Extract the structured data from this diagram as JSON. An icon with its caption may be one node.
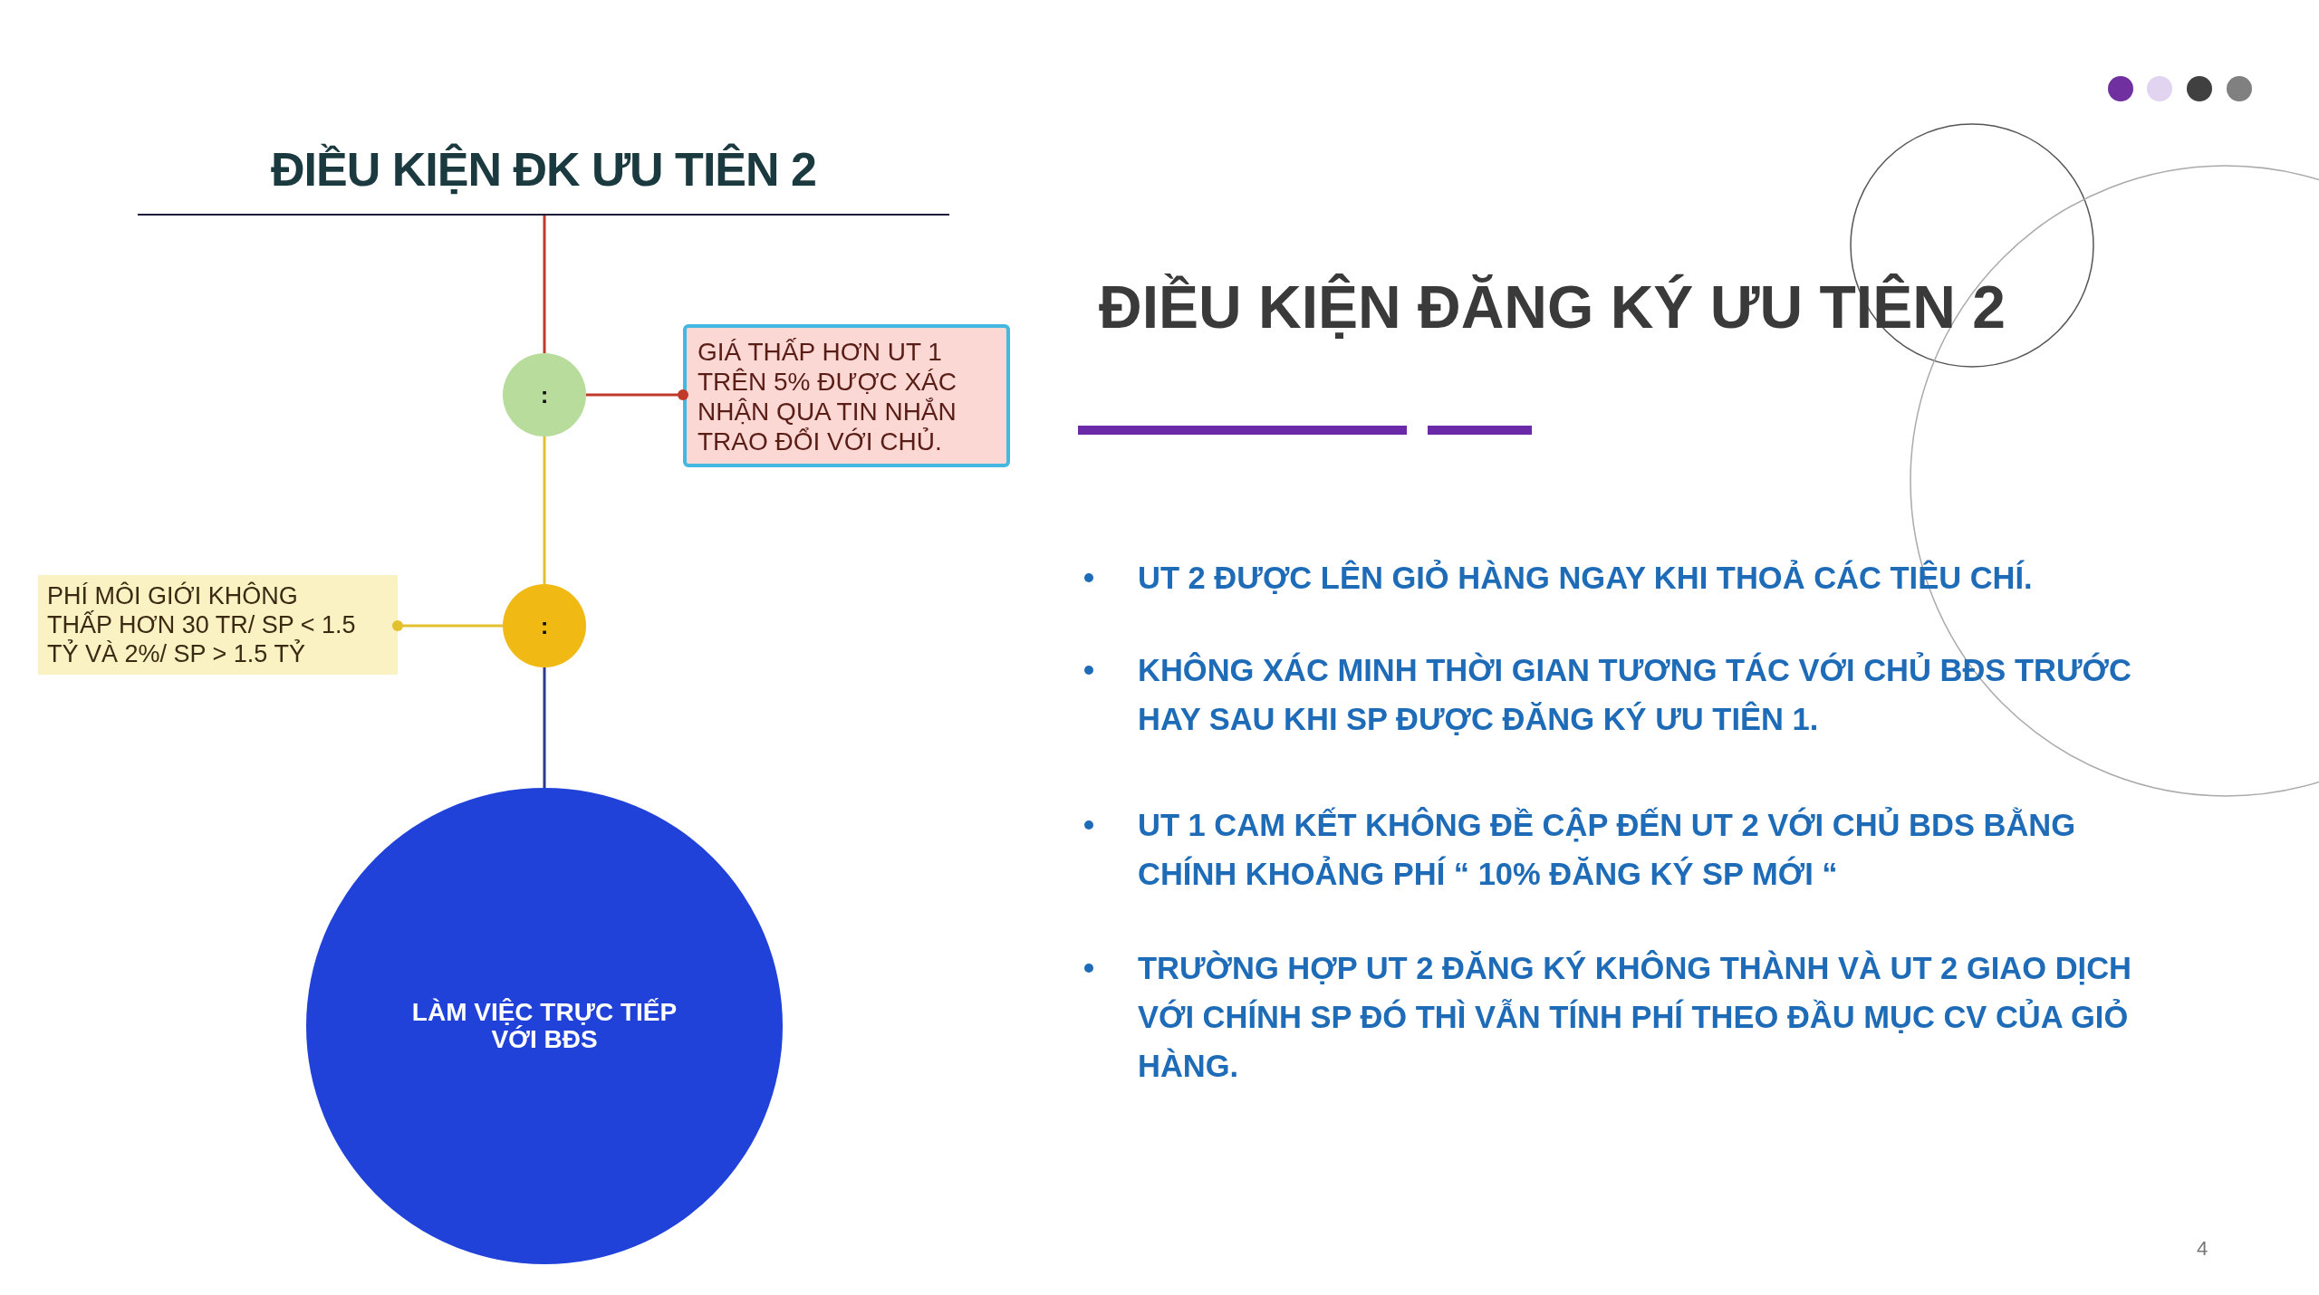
{
  "diagram": {
    "title": "ĐIỀU KIỆN ĐĂNG KÝ ƯU TIÊN 2",
    "nodes": [
      {
        "text": [
          "ĐIỀU KIỆN ĐK ƯU TIÊN 2"
        ]
      },
      {
        "text": [
          ":"
        ]
      },
      {
        "text": [
          "GIÁ THẤP HƠN UT 1 TRÊN 5% ĐƯỢC XÁC NHẬN QUA TIN NHẮN TRAO ĐỔI VỚI CHỦ."
        ]
      },
      {
        "text": [
          ":"
        ]
      },
      {
        "text": [
          "PHÍ MÔI GIỚI KHÔNG THẤP HƠN 30 TR/ SP < 1.5 TỶ VÀ 2%/ SP > 1.5 TỶ"
        ]
      },
      {
        "text": [
          "LÀM VIỆC TRỰC TIẾP VỚI BĐS"
        ]
      }
    ],
    "edges": [
      {
        "from": 0,
        "to": 1,
        "arrow": "none",
        "color": "#c0392b"
      },
      {
        "from": 1,
        "to": 2,
        "arrow": "other",
        "color": "#c0392b"
      },
      {
        "from": 1,
        "to": 3,
        "arrow": "none",
        "color": "#e3c02e"
      },
      {
        "from": 3,
        "to": 4,
        "arrow": "other",
        "color": "#e3c02e"
      },
      {
        "from": 3,
        "to": 5,
        "arrow": "none",
        "color": "#2b3a8c"
      }
    ],
    "labels": [
      "UT 2 ĐƯỢC LÊN GIỎ HÀNG NGAY KHI THOẢ CÁC TIÊU CHÍ.",
      "KHÔNG XÁC MINH THỜI GIAN TƯƠNG TÁC VỚI CHỦ BĐS TRƯỚC HAY SAU KHI SP ĐƯỢC ĐĂNG KÝ ƯU TIÊN 1.",
      "UT 1 CAM KẾT KHÔNG ĐỀ CẬP ĐẾN UT 2 VỚI CHỦ BDS BẰNG CHÍNH KHOẢNG PHÍ “ 10% ĐĂNG KÝ SP MỚI “",
      "TRƯỜNG HỢP UT 2 ĐĂNG KÝ KHÔNG THÀNH VÀ UT 2 GIAO DỊCH VỚI CHÍNH SP ĐÓ THÌ VẪN TÍNH PHÍ THEO ĐẦU MỤC CV CỦA GIỎ HÀNG.",
      "4"
    ]
  }
}
